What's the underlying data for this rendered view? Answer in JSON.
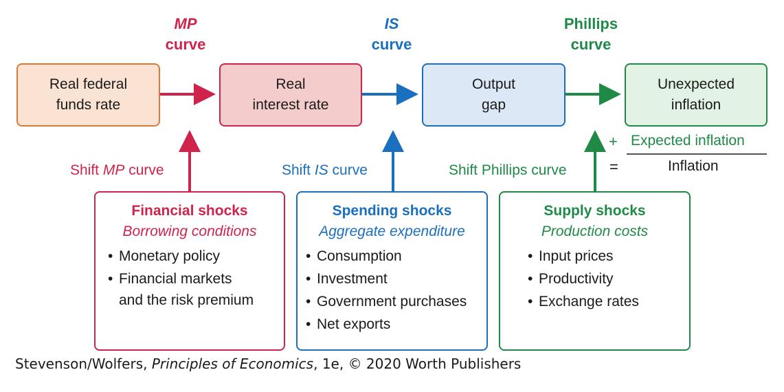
{
  "colors": {
    "mp": "#d0234b",
    "is": "#1a6fbf",
    "phillips": "#1e8a45",
    "box1_fill": "#fbe3d3",
    "box1_border": "#d97a3a",
    "box2_fill": "#f5cccc",
    "box2_border": "#d0234b",
    "box3_fill": "#dde8f6",
    "box3_border": "#1a6fbf",
    "box4_fill": "#e2f2e4",
    "box4_border": "#1e8a45"
  },
  "curves": {
    "mp": {
      "name": "MP",
      "suffix": "curve"
    },
    "is": {
      "name": "IS",
      "suffix": "curve"
    },
    "phillips": {
      "name": "Phillips",
      "suffix": "curve"
    }
  },
  "boxes": {
    "real_fed_funds": {
      "line1": "Real federal",
      "line2": "funds rate"
    },
    "real_interest": {
      "line1": "Real",
      "line2": "interest rate"
    },
    "output_gap": {
      "line1": "Output",
      "line2": "gap"
    },
    "unexpected_inflation": {
      "line1": "Unexpected",
      "line2": "inflation"
    }
  },
  "inflation_sum": {
    "plus": "+",
    "expected": "Expected inflation",
    "equals": "=",
    "total": "Inflation"
  },
  "shifts": {
    "mp": {
      "prefix": "Shift ",
      "name": "MP",
      "suffix": " curve"
    },
    "is": {
      "prefix": "Shift ",
      "name": "IS",
      "suffix": " curve"
    },
    "phillips": {
      "text": "Shift Phillips curve"
    }
  },
  "shocks": {
    "financial": {
      "title": "Financial shocks",
      "subtitle": "Borrowing conditions",
      "items": [
        "Monetary policy",
        "Financial markets",
        "and the risk premium"
      ]
    },
    "spending": {
      "title": "Spending shocks",
      "subtitle": "Aggregate expenditure",
      "items": [
        "Consumption",
        "Investment",
        "Government purchases",
        "Net exports"
      ]
    },
    "supply": {
      "title": "Supply shocks",
      "subtitle": "Production costs",
      "items": [
        "Input prices",
        "Productivity",
        "Exchange rates"
      ]
    }
  },
  "caption": {
    "authors": "Stevenson/Wolfers, ",
    "book": "Principles of Economics",
    "rest": ", 1e, © 2020 Worth Publishers"
  }
}
